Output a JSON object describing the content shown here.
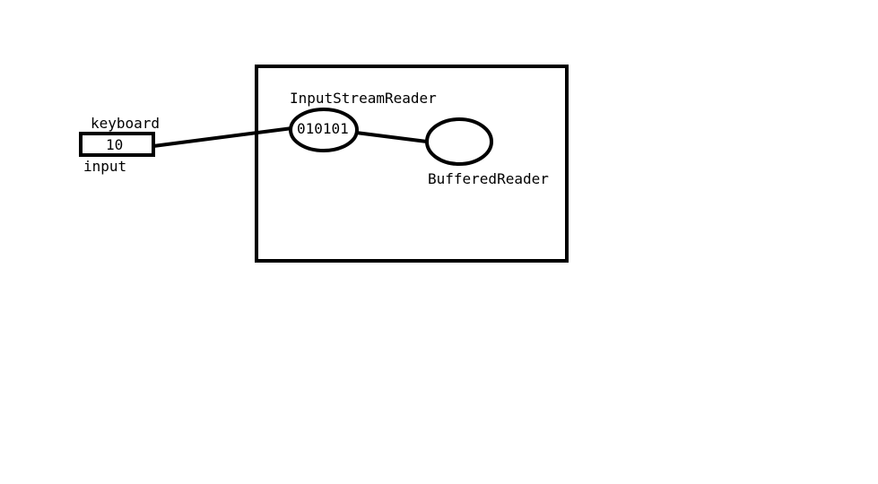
{
  "diagram": {
    "keyboard_label": "keyboard",
    "input_box_value": "10",
    "input_label": "input",
    "isr_label": "InputStreamReader",
    "isr_bits": "010101",
    "br_label": "BufferedReader"
  },
  "colors": {
    "stroke": "#000000",
    "background": "#ffffff"
  }
}
